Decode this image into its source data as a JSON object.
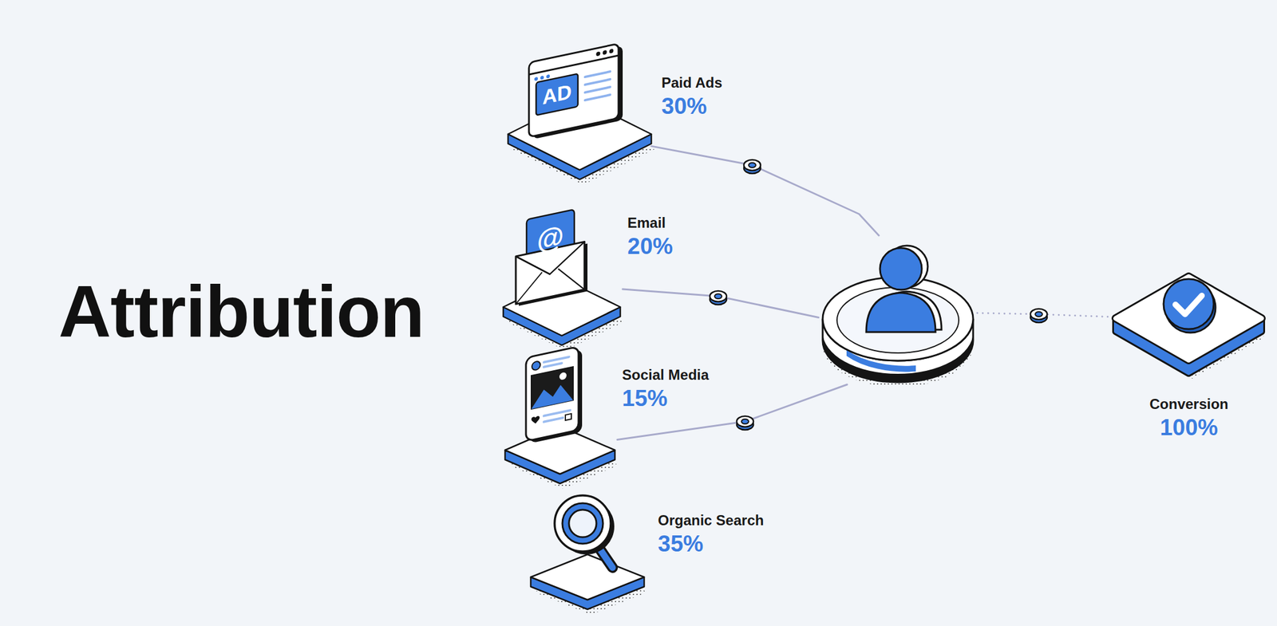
{
  "diagram": {
    "title": "Attribution",
    "nodes": [
      {
        "text": [
          "Paid Ads",
          "30%"
        ]
      },
      {
        "text": [
          "Email",
          "20%"
        ]
      },
      {
        "text": [
          "Social Media",
          "15%"
        ]
      },
      {
        "text": [
          "Organic Search",
          "35%"
        ]
      },
      {
        "text": []
      },
      {
        "text": [
          "Conversion",
          "100%"
        ]
      }
    ],
    "edges": [
      {
        "from": 0,
        "to": 4,
        "arrow": "none"
      },
      {
        "from": 1,
        "to": 4,
        "arrow": "none"
      },
      {
        "from": 2,
        "to": 4,
        "arrow": "none"
      },
      {
        "from": 4,
        "to": 5,
        "arrow": "none"
      }
    ],
    "labels": [
      "AD",
      "@"
    ]
  }
}
